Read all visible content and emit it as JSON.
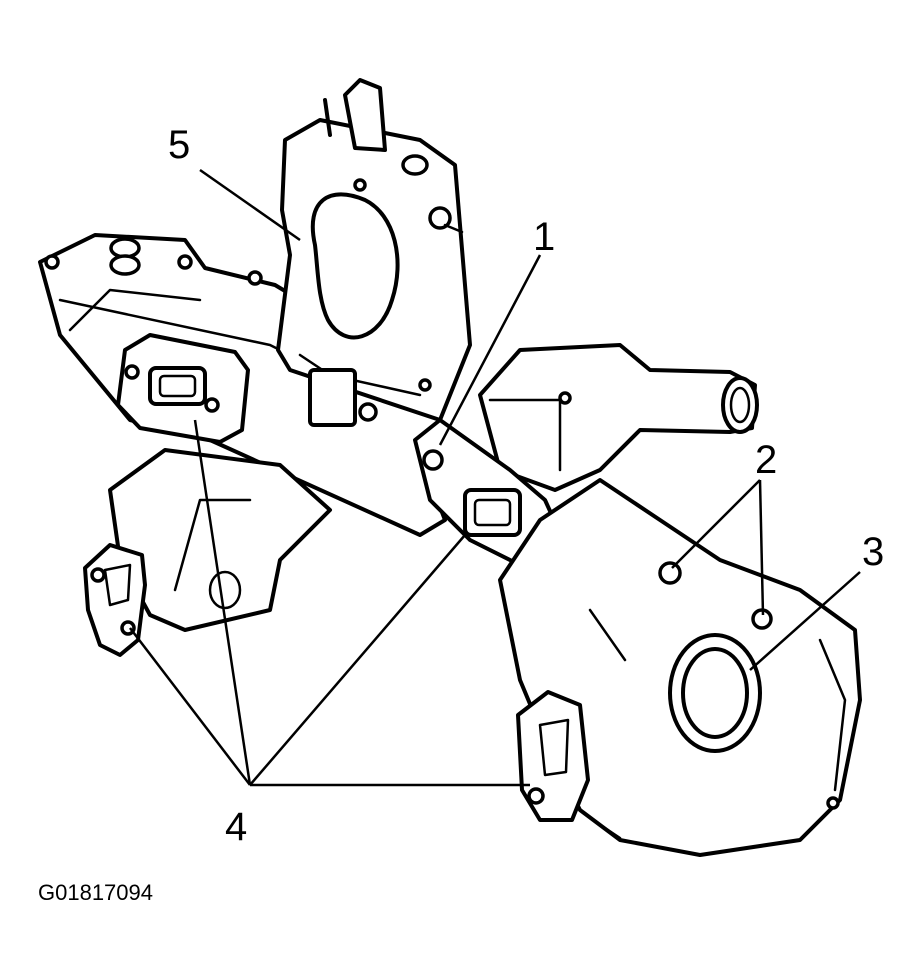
{
  "diagram": {
    "callouts": {
      "c1": "1",
      "c2": "2",
      "c3": "3",
      "c4": "4",
      "c5": "5"
    },
    "figure_id": "G01817094"
  },
  "colors": {
    "ink": "#000000",
    "paper": "#ffffff"
  }
}
